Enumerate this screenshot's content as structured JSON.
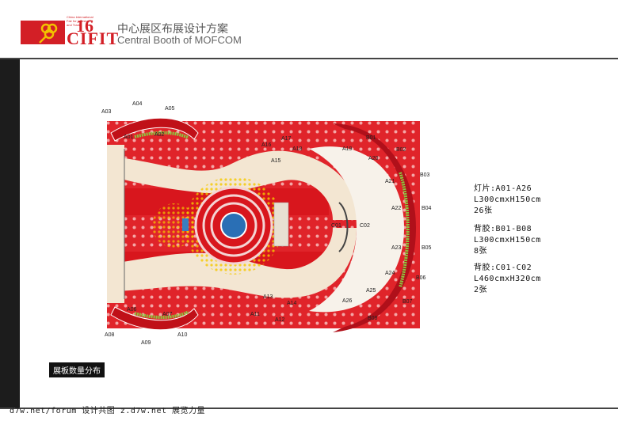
{
  "header": {
    "logo_number": "16",
    "logo_text": "CIFIT",
    "logo_small_text": "China International Fair for Investment and Trade",
    "title_zh": "中心展区布展设计方案",
    "title_en": "Central Booth of MOFCOM"
  },
  "colors": {
    "brand_red": "#d31f26",
    "floor_red": "#e0242a",
    "dark_bar": "#1c1c1c"
  },
  "plan_labels": {
    "A01": "A01",
    "A02": "A02",
    "A03": "A03",
    "A04": "A04",
    "A05": "A05",
    "A06": "A06",
    "A07": "A07",
    "A08": "A08",
    "A09": "A09",
    "A10": "A10",
    "A11": "A11",
    "A12": "A12",
    "A13": "A13",
    "A14": "A14",
    "A15": "A15",
    "A16": "A16",
    "A17": "A17",
    "A18": "A18",
    "A19": "A19",
    "A20": "A20",
    "A21": "A21",
    "A22": "A22",
    "A23": "A23",
    "A24": "A24",
    "A25": "A25",
    "A26": "A26",
    "B01": "B01",
    "B02": "B02",
    "B03": "B03",
    "B04": "B04",
    "B05": "B05",
    "B06": "B06",
    "B07": "B07",
    "B08": "B08",
    "C01": "C01",
    "C02": "C02"
  },
  "legend": {
    "a_line1": "灯片:A01-A26",
    "a_line2": "L300cmxH150cm",
    "a_line3": "26张",
    "b_line1": "背胶:B01-B08",
    "b_line2": "L300cmxH150cm",
    "b_line3": "8张",
    "c_line1": "背胶:C01-C02",
    "c_line2": "L460cmxH320cm",
    "c_line3": "2张"
  },
  "caption": "展板数量分布",
  "watermark": "d7w.net/forum 设计共图 z.d7w.net 展览力量"
}
